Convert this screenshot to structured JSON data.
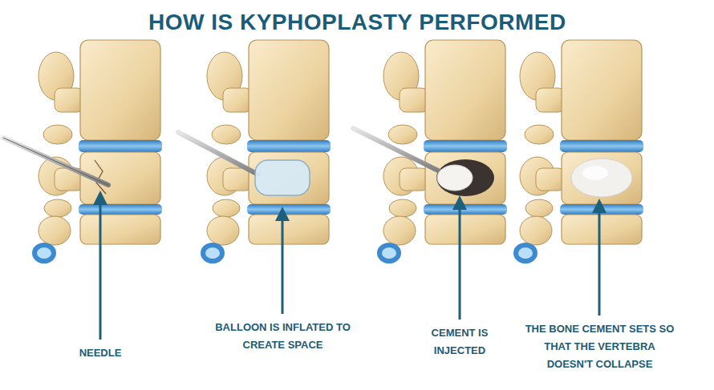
{
  "diagram": {
    "title": "HOW IS KYPHOPLASTY PERFORMED",
    "labels": [
      "NEEDLE",
      "BALLOON IS INFLATED TO CREATE SPACE",
      "CEMENT IS INJECTED",
      "THE BONE CEMENT SETS SO THAT THE VERTEBRA DOESN'T COLLAPSE"
    ]
  }
}
